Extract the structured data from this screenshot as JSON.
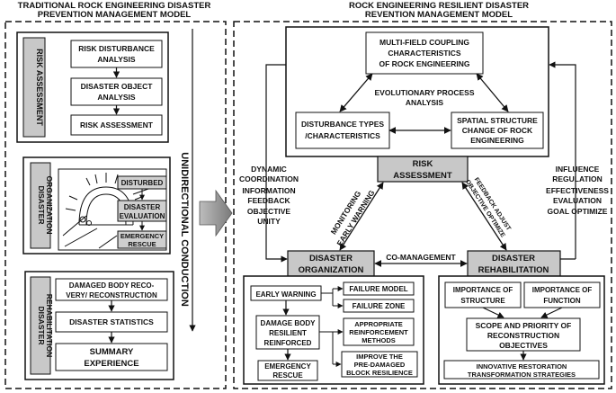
{
  "left_title": [
    "TRADITIONAL ROCK ENGINEERING DISASTER",
    "PREVENTION MANAGEMENT MODEL"
  ],
  "right_title": [
    "ROCK ENGINEERING RESILIENT DISASTER",
    "REVENTION MANAGEMENT MODEL"
  ],
  "unidirectional_label": "UNIDIRECTIONAL CONDUCTION",
  "left": {
    "risk_assessment": {
      "side_label": "RISK ASSESSMENT",
      "box1": [
        "RISK DISTURBANCE",
        "ANALYSIS"
      ],
      "box2": [
        "DISASTER OBJECT",
        "ANALYSIS"
      ],
      "box3": "RISK ASSESSMENT"
    },
    "disaster_organization": {
      "side_label": [
        "DISASTER",
        "ORGANIZATION"
      ],
      "disturbed": "DISTURBED",
      "evaluation": [
        "DISASTER",
        "EVALUATION"
      ],
      "rescue": [
        "EMERGENCY",
        "RESCUE"
      ]
    },
    "disaster_rehabilitation": {
      "side_label": [
        "DISASTER",
        "REHABILITATION"
      ],
      "box1": [
        "DAMAGED BODY RECO-",
        "VERY/ RECONSTRUCTION"
      ],
      "box2": "DISASTER STATISTICS",
      "box3": [
        "SUMMARY",
        "EXPERIENCE"
      ]
    }
  },
  "right": {
    "multi_field": [
      "MULTI-FIELD COUPLING",
      "CHARACTERISTICS",
      "OF ROCK ENGINEERING"
    ],
    "evolutionary": [
      "EVOLUTIONARY PROCESS",
      "ANALYSIS"
    ],
    "disturbance_types": [
      "DISTURBANCE TYPES",
      "/CHARACTERISTICS"
    ],
    "spatial_structure": [
      "SPATIAL STRUCTURE",
      "CHANGE OF ROCK",
      "ENGINEERING"
    ],
    "risk_assessment": [
      "RISK",
      "ASSESSMENT"
    ],
    "left_notes": [
      "DYNAMIC",
      "COORDINATION",
      "INFORMATION",
      "FEEDBACK",
      "OBJECTIVE",
      "UNITY"
    ],
    "right_notes": [
      "INFLUENCE",
      "REGULATION",
      "EFFECTIVENESS",
      "EVALUATION",
      "GOAL OPTIMIZE"
    ],
    "monitoring": [
      "MONITORING",
      "EARLY WARNING"
    ],
    "feedback": [
      "FEEDBACK ADJUST",
      "OBJECTIVE OPTIMIZE"
    ],
    "co_management": "CO-MANAGEMENT",
    "disaster_organization": [
      "DISASTER",
      "ORGANIZATION"
    ],
    "disaster_rehabilitation": [
      "DISASTER",
      "REHABILITATION"
    ],
    "org": {
      "early_warning": "EARLY WARNING",
      "failure_model": "FAILURE MODEL",
      "failure_zone": "FAILURE ZONE",
      "damage_body": [
        "DAMAGE BODY",
        "RESILIENT",
        "REINFORCED"
      ],
      "reinforcement": [
        "APPROPRIATE",
        "REINFORCEMENT",
        "METHODS"
      ],
      "emergency": [
        "EMERGENCY",
        "RESCUE"
      ],
      "improve": [
        "IMPROVE THE",
        "PRE-DAMAGED",
        "BLOCK RESILIENCE"
      ]
    },
    "rehab": {
      "importance_structure": [
        "IMPORTANCE OF",
        "STRUCTURE"
      ],
      "importance_function": [
        "IMPORTANCE OF",
        "FUNCTION"
      ],
      "scope": [
        "SCOPE AND PRIORITY OF",
        "RECONSTRUCTION",
        "OBJECTIVES"
      ],
      "innovative": [
        "INNOVATIVE RESTORATION",
        "TRANSFORMATION STRATEGIES"
      ]
    }
  }
}
